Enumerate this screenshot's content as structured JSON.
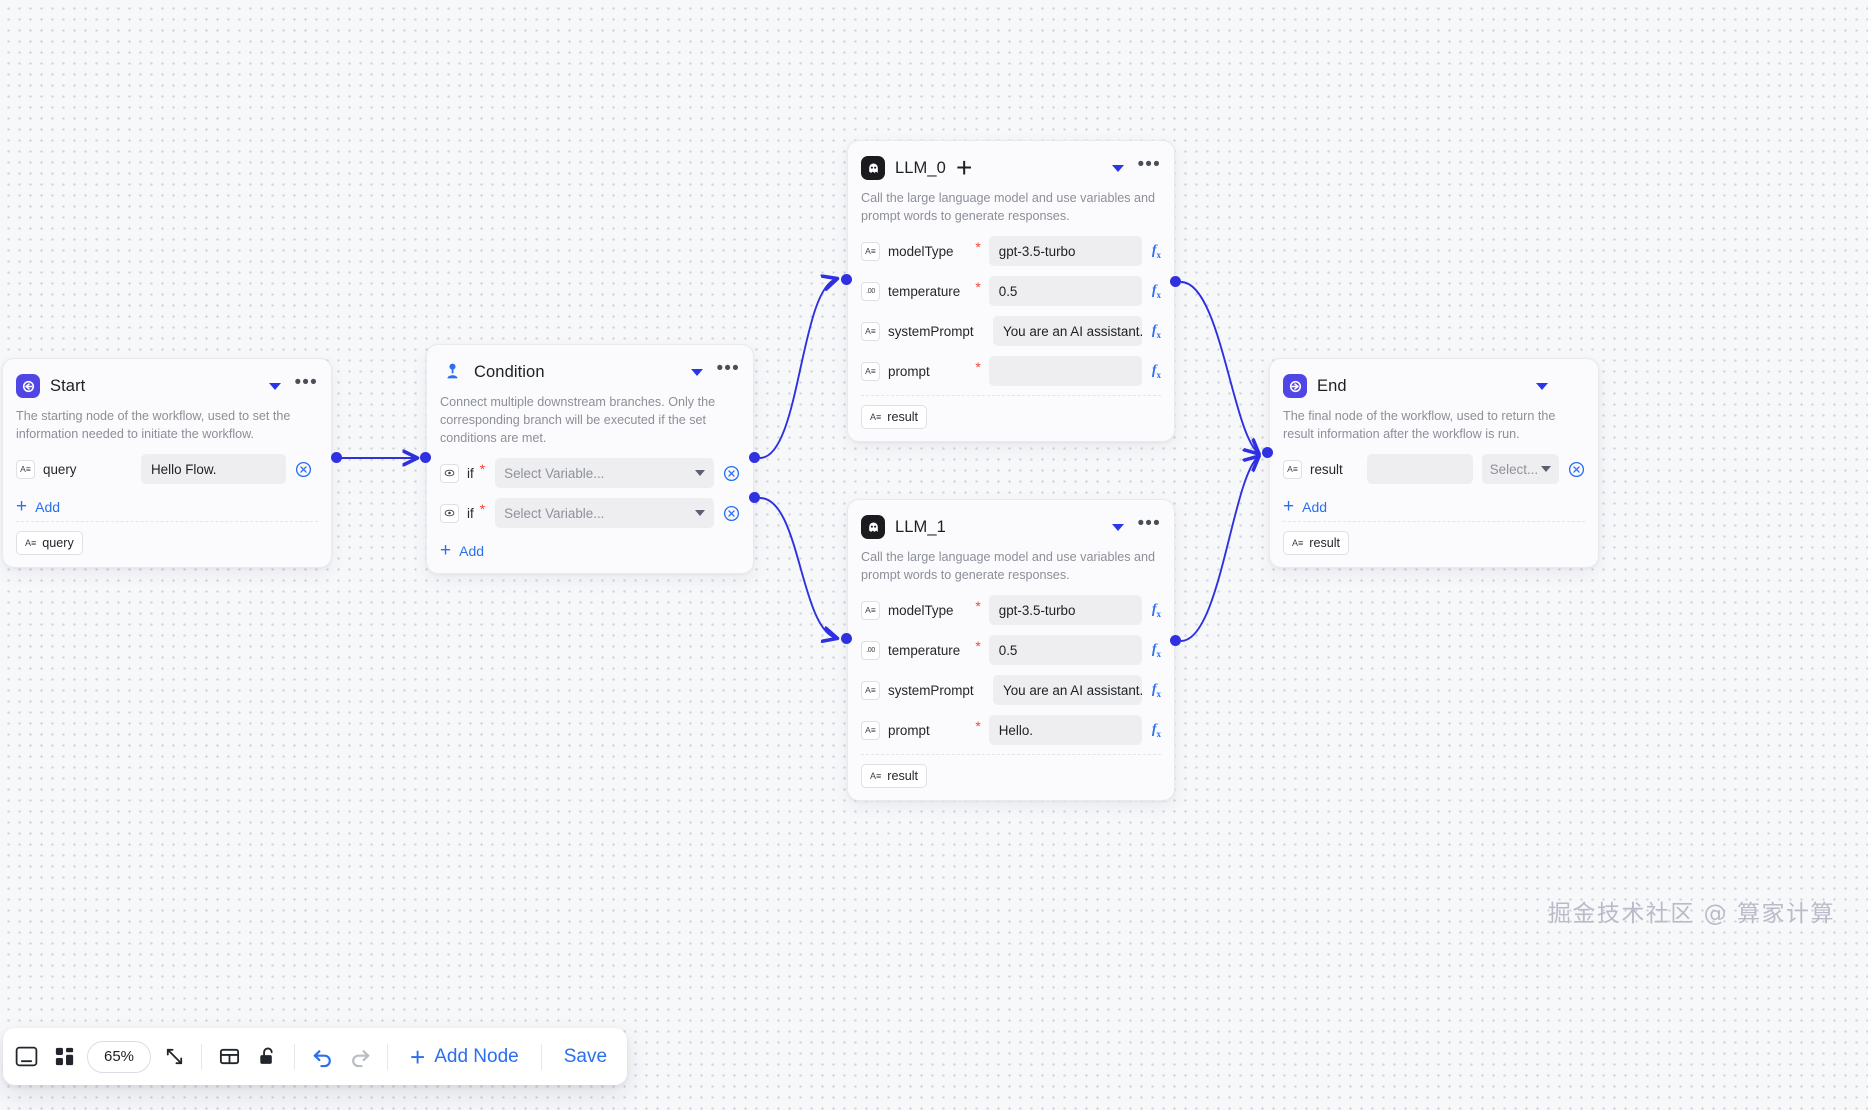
{
  "canvas": {
    "watermark": "掘金技术社区 @ 算家计算"
  },
  "nodes": {
    "start": {
      "title": "Start",
      "icon": "start-icon",
      "description": "The starting node of the workflow, used to set the information needed to initiate the workflow.",
      "params": [
        {
          "name": "query",
          "type_glyph": "A≡",
          "value": "Hello Flow."
        }
      ],
      "add_label": "Add",
      "outputs": [
        {
          "label": "query",
          "glyph": "A≡"
        }
      ]
    },
    "condition": {
      "title": "Condition",
      "icon": "condition-icon",
      "description": "Connect multiple downstream branches. Only the corresponding branch will be executed if the set conditions are met.",
      "branches": [
        {
          "label": "if",
          "placeholder": "Select Variable...",
          "required": true
        },
        {
          "label": "if",
          "placeholder": "Select Variable...",
          "required": true
        }
      ],
      "add_label": "Add"
    },
    "llm0": {
      "title": "LLM_0",
      "icon": "llm-icon",
      "description": "Call the large language model and use variables and prompt words to generate responses.",
      "params": [
        {
          "name": "modelType",
          "type_glyph": "A≡",
          "type": "string",
          "required": true,
          "value": "gpt-3.5-turbo"
        },
        {
          "name": "temperature",
          "type_glyph": ".00",
          "type": "number",
          "required": true,
          "value": "0.5"
        },
        {
          "name": "systemPrompt",
          "type_glyph": "A≡",
          "type": "string",
          "required": false,
          "value": "You are an AI assistant."
        },
        {
          "name": "prompt",
          "type_glyph": "A≡",
          "type": "string",
          "required": true,
          "value": ""
        }
      ],
      "outputs": [
        {
          "label": "result",
          "glyph": "A≡"
        }
      ]
    },
    "llm1": {
      "title": "LLM_1",
      "icon": "llm-icon",
      "description": "Call the large language model and use variables and prompt words to generate responses.",
      "params": [
        {
          "name": "modelType",
          "type_glyph": "A≡",
          "type": "string",
          "required": true,
          "value": "gpt-3.5-turbo"
        },
        {
          "name": "temperature",
          "type_glyph": ".00",
          "type": "number",
          "required": true,
          "value": "0.5"
        },
        {
          "name": "systemPrompt",
          "type_glyph": "A≡",
          "type": "string",
          "required": false,
          "value": "You are an AI assistant."
        },
        {
          "name": "prompt",
          "type_glyph": "A≡",
          "type": "string",
          "required": true,
          "value": "Hello."
        }
      ],
      "outputs": [
        {
          "label": "result",
          "glyph": "A≡"
        }
      ]
    },
    "end": {
      "title": "End",
      "icon": "end-icon",
      "description": "The final node of the workflow, used to return the result information after the workflow is run.",
      "params": [
        {
          "name": "result",
          "type_glyph": "A≡",
          "select_placeholder": "Select..."
        }
      ],
      "add_label": "Add",
      "outputs": [
        {
          "label": "result",
          "glyph": "A≡"
        }
      ]
    }
  },
  "toolbar": {
    "zoom_level": "65%",
    "add_node_label": "Add Node",
    "save_label": "Save",
    "icons": [
      "minimap-icon",
      "apps-grid-icon",
      "fit-view-icon",
      "auto-layout-icon",
      "unlock-icon",
      "undo-icon",
      "redo-icon"
    ]
  },
  "colors": {
    "accent_blue": "#2a6ff0",
    "edge_indigo": "#2f31e0",
    "required_red": "#f04438",
    "start_icon_bg": "#4f46e5",
    "end_icon_bg": "#4f46e5",
    "llm_icon_bg": "#1b1b1f",
    "canvas_bg": "#f7f8fa"
  }
}
